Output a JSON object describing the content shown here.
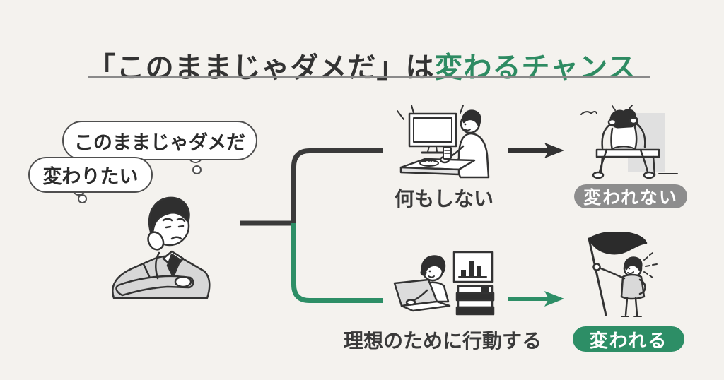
{
  "title": {
    "prefix": "「このままじゃダメだ」は",
    "highlight": "変わるチャンス"
  },
  "thought_bubbles": [
    {
      "text": "このままじゃダメだ"
    },
    {
      "text": "変わりたい"
    }
  ],
  "left_figure": "worried-businessman-thinking",
  "branches": [
    {
      "label": "何もしない",
      "result": "変われない",
      "line_color": "#3a3a3a",
      "badge_color": "#8d8d8d",
      "illustration": "person-watching-tv-with-snacks",
      "outcome_illustration": "person-holding-head-frustrated"
    },
    {
      "label": "理想のために行動する",
      "result": "変われる",
      "line_color": "#2d8e66",
      "badge_color": "#2d8e66",
      "illustration": "person-studying-at-laptop-with-books",
      "outcome_illustration": "person-raising-flag"
    }
  ],
  "colors": {
    "background": "#f4f2ee",
    "text_dark": "#333333",
    "accent_green": "#2e8b62",
    "badge_gray": "#8d8d8d",
    "title_underline": "#8a8a8a"
  }
}
